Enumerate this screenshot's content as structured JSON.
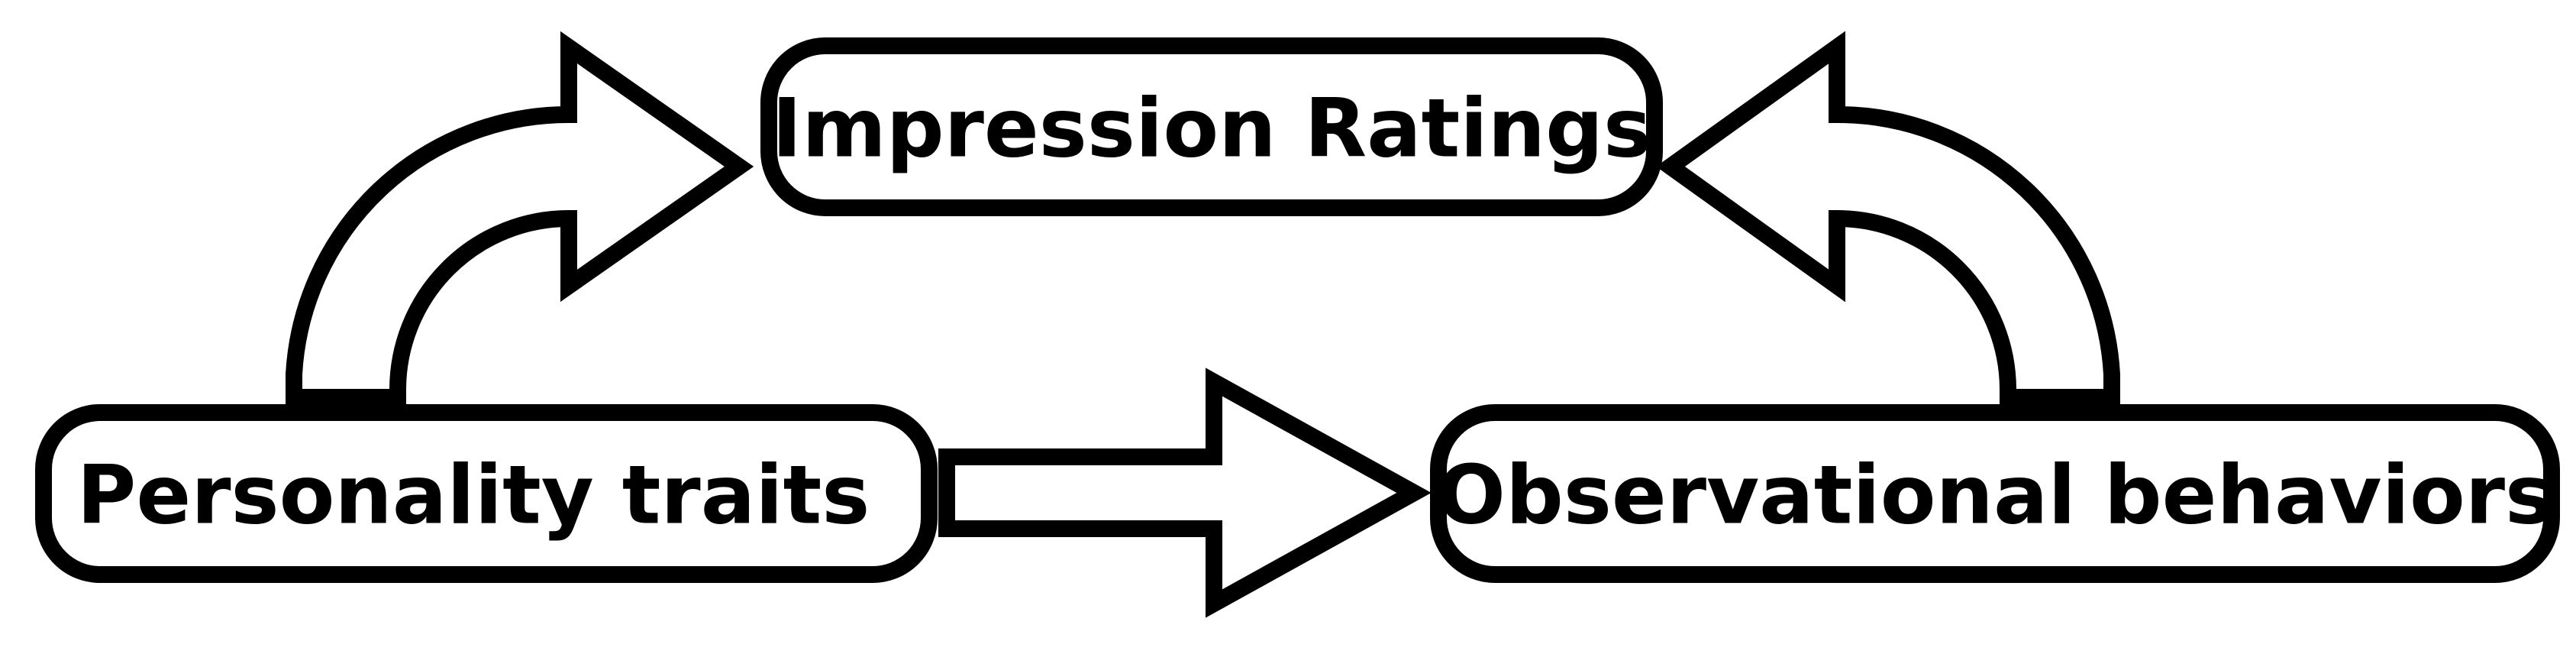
{
  "nodes": {
    "impression": {
      "label": "Impression Ratings"
    },
    "personality": {
      "label": "Personality traits"
    },
    "behaviors": {
      "label": "Observational behaviors"
    }
  },
  "edges": [
    {
      "from": "personality",
      "to": "impression"
    },
    {
      "from": "personality",
      "to": "behaviors"
    },
    {
      "from": "behaviors",
      "to": "impression"
    }
  ],
  "colors": {
    "stroke": "#000000",
    "fill": "#ffffff"
  }
}
